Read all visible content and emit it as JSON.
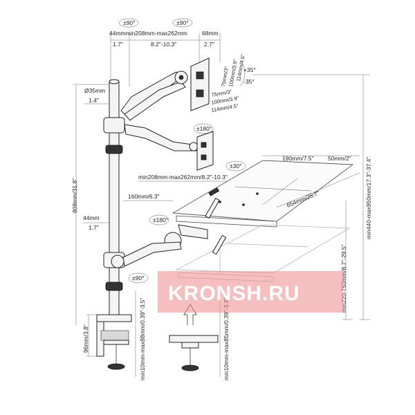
{
  "watermark": {
    "text": "KRONSH.RU",
    "color": "#ef8a8a"
  },
  "labels": {
    "rot_top_left": "±90°",
    "rot_top_right": "±90°",
    "top_dims": "44mmmin208mm-max262mm",
    "dim_68mm": "68mm",
    "in_1_7_top": "1.7\"",
    "in_8_2_10_3": "8.2\"-10.3\"",
    "in_2_7": "2.7\"",
    "vesa_75": "75mm/3\"",
    "vesa_100": "100mm/3.9\"",
    "vesa_114": "114mm/4.5\"",
    "tilt_plus": "+35°",
    "tilt_minus": "-35°",
    "pole_diameter": "Ø35mm",
    "pole_in": "1.4\"",
    "swivel_180_top": "±180°",
    "pole_height": "808mm/31.8\"",
    "rot_30": "±30°",
    "tray_190": "190mm/7.5\"",
    "tray_50": "50mm/2\"",
    "tray_arm_range": "min208mm-max262mm/8.2\"-10.3\"",
    "tray_160": "160mm/6.3\"",
    "tray_654": "654mm/25.7\"",
    "height_range": "min440-max950mm/17.3\"-37.4\"",
    "offset_44": "44mm",
    "offset_in": "1.7\"",
    "swivel_180_tray": "±180°",
    "rot_90_bottom": "±90°",
    "lift_range": "min220-750mm/8.7\"-29.5\"",
    "clamp_96": "96mm/3.8\"",
    "clamp_range": "min10mm-max88mm/0.39\"-3.5\"",
    "grommet_range": "min10mm-max85mm/0.39\"-3.3\""
  }
}
